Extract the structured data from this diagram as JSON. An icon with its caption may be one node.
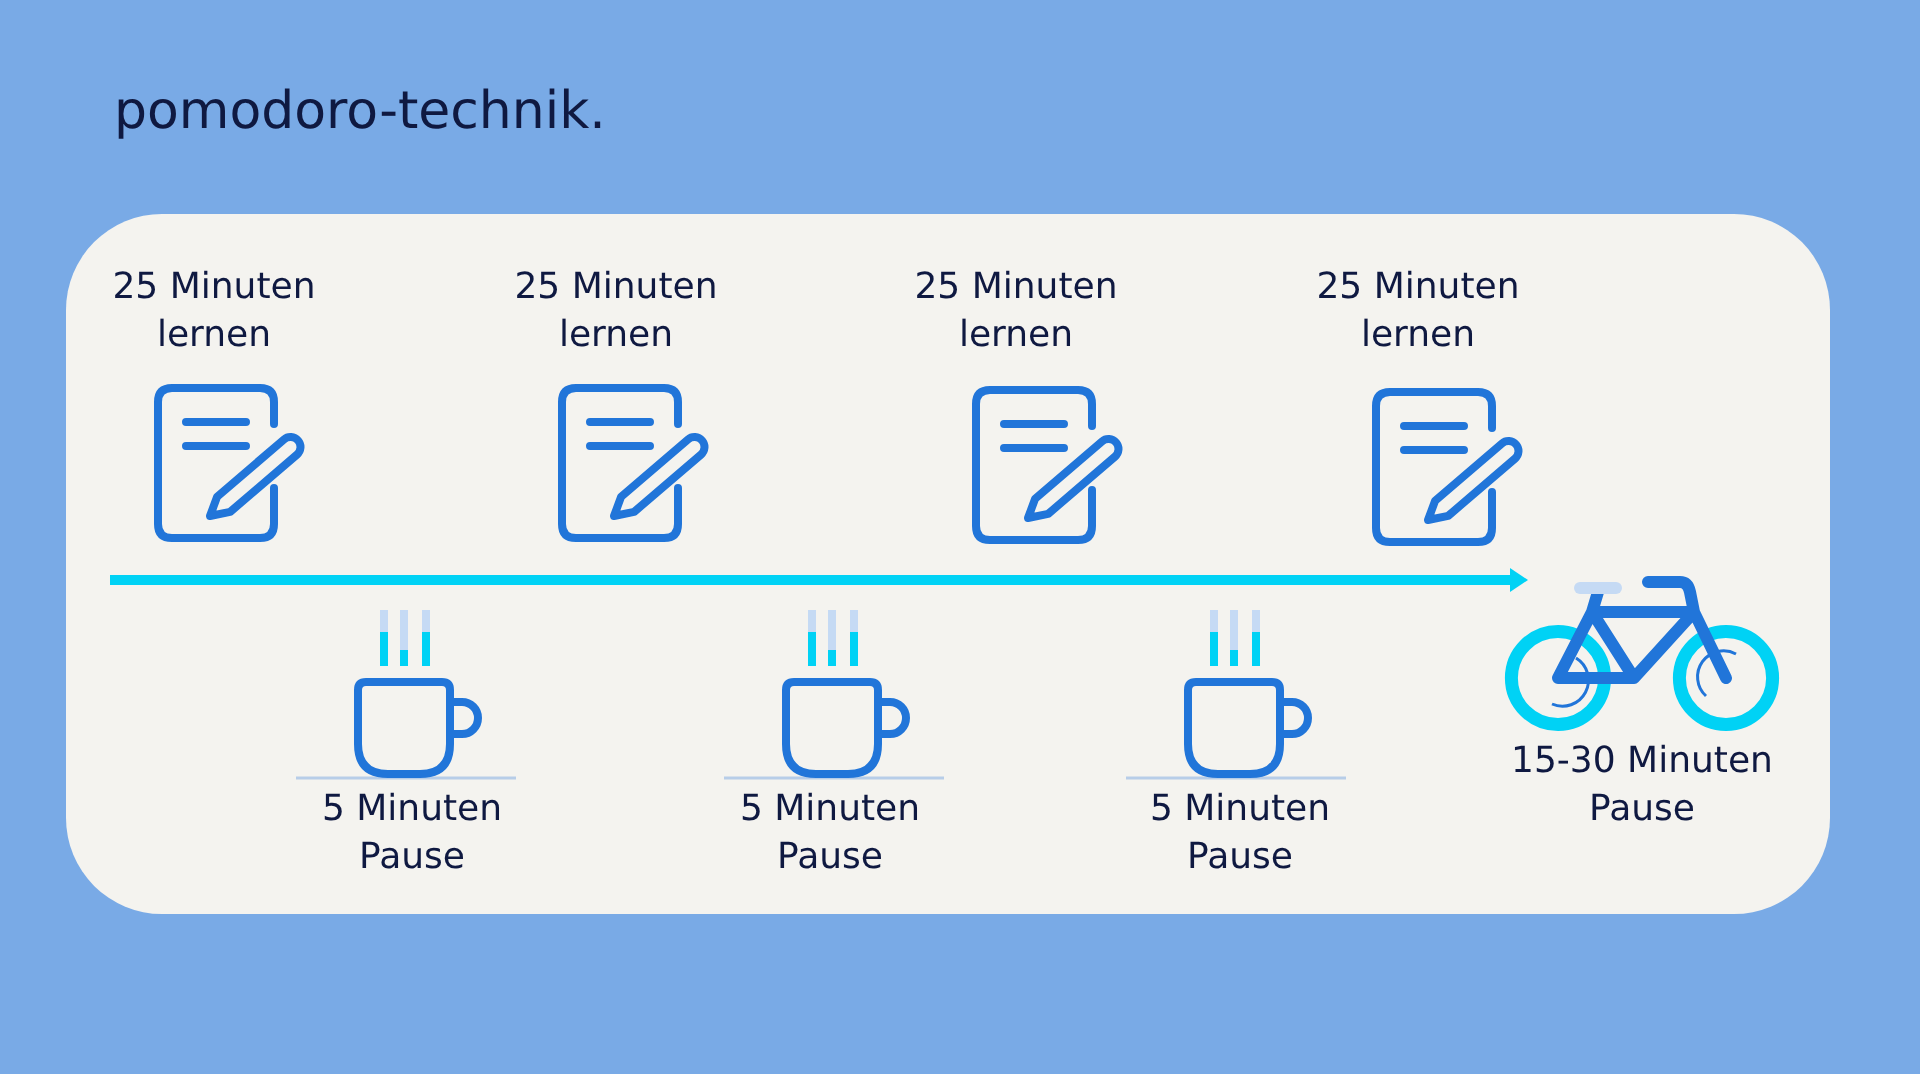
{
  "diagram": {
    "title": "pomodoro-technik.",
    "labels": [
      "25 Minuten lernen",
      "25 Minuten lernen",
      "25 Minuten lernen",
      "25 Minuten lernen",
      "5 Minuten Pause",
      "5 Minuten Pause",
      "5 Minuten Pause",
      "15-30 Minuten Pause"
    ]
  }
}
